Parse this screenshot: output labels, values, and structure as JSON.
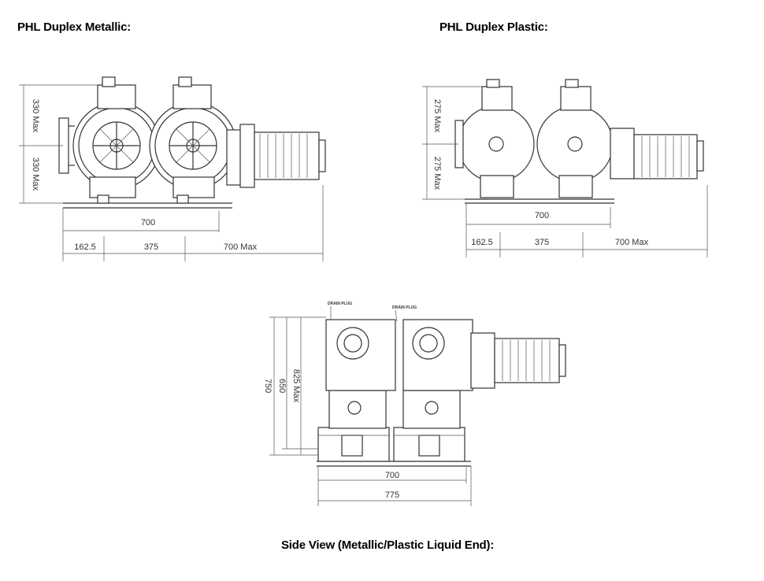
{
  "headings": {
    "metallic": "PHL Duplex Metallic:",
    "plastic": "PHL Duplex Plastic:",
    "side": "Side View (Metallic/Plastic Liquid End):"
  },
  "metallic": {
    "dim_top": "330 Max",
    "dim_bottom": "330 Max",
    "dim_length": "700",
    "dim_a": "162.5",
    "dim_b": "375",
    "dim_c": "700 Max"
  },
  "plastic": {
    "dim_top": "275 Max",
    "dim_bottom": "275 Max",
    "dim_length": "700",
    "dim_a": "162.5",
    "dim_b": "375",
    "dim_c": "700 Max"
  },
  "side": {
    "drain1": "DRAIN PLUG",
    "drain2": "DRAIN PLUG",
    "dim_825": "825 Max",
    "dim_650": "650",
    "dim_750": "750",
    "dim_700": "700",
    "dim_775": "775"
  }
}
